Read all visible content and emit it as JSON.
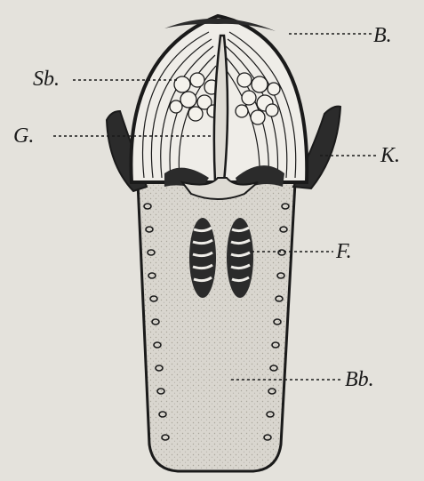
{
  "diagram": {
    "labels": {
      "B": "B.",
      "Sb": "Sb.",
      "G": "G.",
      "K": "K.",
      "F": "F.",
      "Bb": "Bb."
    },
    "colors": {
      "ink": "#1a1a1a",
      "paper": "#e4e2dc",
      "dark_fill": "#2b2b2b",
      "stipple": "#cfccc4"
    }
  }
}
